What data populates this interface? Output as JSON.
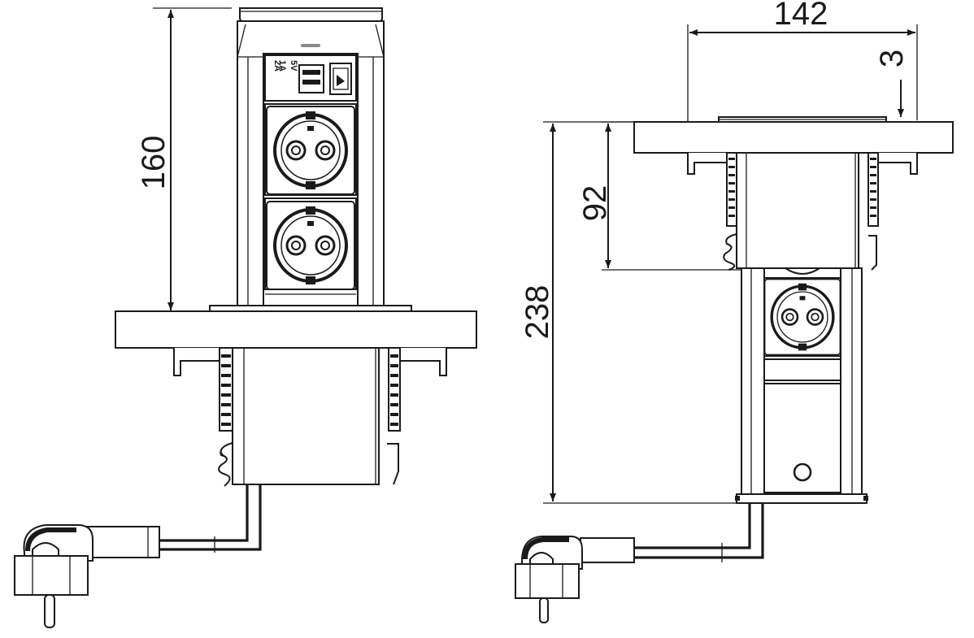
{
  "dimensions": {
    "front_height": "160",
    "top_width": "142",
    "lid_thickness": "3",
    "side_extension": "92",
    "total_height": "238"
  },
  "usb_labels": {
    "line1": "5V",
    "line2": "1A",
    "line3": "2A"
  },
  "colors": {
    "line": "#1a1a1a",
    "background": "#ffffff"
  },
  "icons": [
    "schuko-socket-icon",
    "usb-port-icon",
    "network-port-icon",
    "schuko-plug-icon"
  ]
}
